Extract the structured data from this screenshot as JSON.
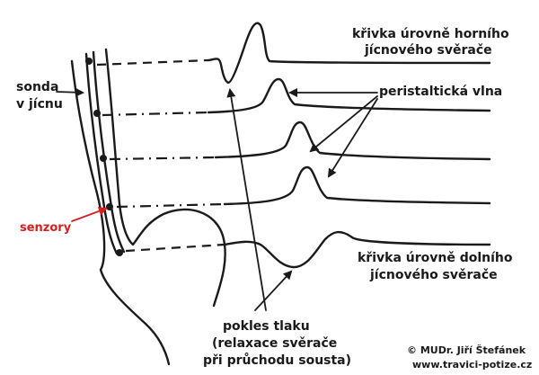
{
  "labels": {
    "probe_line1": "sonda",
    "probe_line2": "v jícnu",
    "sensors": "senzory",
    "upper_line1": "křivka úrovně horního",
    "upper_line2": "jícnového svěrače",
    "peristaltic": "peristaltická vlna",
    "lower_line1": "křivka úrovně dolního",
    "lower_line2": "jícnového svěrače",
    "drop_line1": "pokles tlaku",
    "drop_line2": "(relaxace svěrače",
    "drop_line3": "při průchodu sousta)"
  },
  "footer": {
    "copyright": "© MUDr. Jiří Štefánek",
    "website": "www.travici-potize.cz"
  },
  "colors": {
    "ink": "#1a1a1a",
    "sensor_label": "#d42020",
    "sensor_arrow": "#d42020"
  }
}
